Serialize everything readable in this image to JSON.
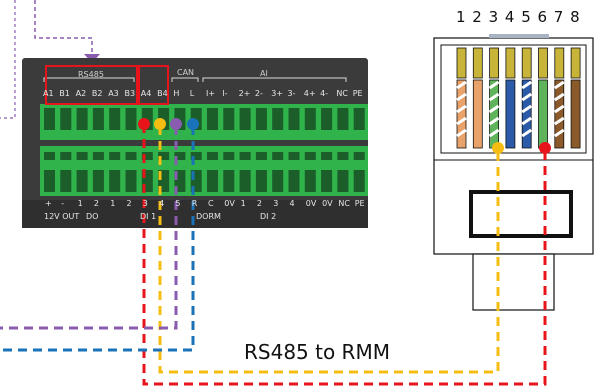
{
  "terminal_block": {
    "groups": {
      "rs485": "RS485",
      "can": "CAN",
      "ai": "AI"
    },
    "top_terminals": [
      "A1",
      "B1",
      "A2",
      "B2",
      "A3",
      "B3",
      "A4",
      "B4",
      "H",
      "L",
      "I+",
      "I-",
      "2+",
      "2-",
      "3+",
      "3-",
      "4+",
      "4-",
      "NC",
      "PE"
    ],
    "bottom_group_labels": {
      "v12_out": "12V OUT",
      "do": "DO",
      "di1": "DI 1",
      "dorm": "DORM",
      "di2": "DI 2"
    },
    "bottom_terminals": [
      "+",
      "-",
      "1",
      "2",
      "1",
      "2",
      "3",
      "4",
      "5",
      "R",
      "C",
      "0V",
      "1",
      "2",
      "3",
      "4",
      "0V",
      "0V",
      "NC",
      "PE"
    ]
  },
  "rj45": {
    "pins": [
      "1",
      "2",
      "3",
      "4",
      "5",
      "6",
      "7",
      "8"
    ]
  },
  "caption": "RS485 to RMM",
  "colors": {
    "red": "#e8141b",
    "yellow": "#f5bd12",
    "purple": "#8a5cb0",
    "blue": "#1a72b8",
    "highlight": "#e8141b",
    "terminal_green": "#2fb34a",
    "panel_dark": "#3b3b3b"
  }
}
